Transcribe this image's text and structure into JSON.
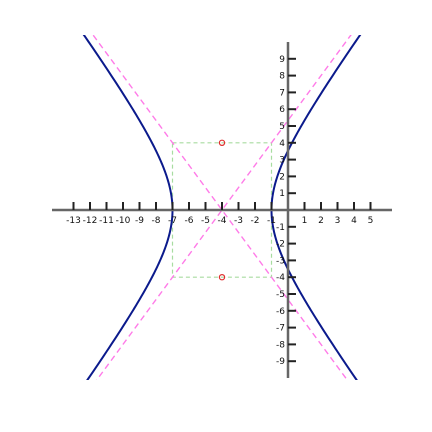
{
  "chart_data": {
    "type": "line",
    "title": "",
    "xlabel": "",
    "ylabel": "",
    "xlim": [
      -13.6,
      6.4
    ],
    "ylim": [
      -10,
      10
    ],
    "grid": false,
    "colors": {
      "hyperbola": "#0b1a8c",
      "asymptote": "#ff7be8",
      "box": "#a8dca0",
      "vertex_marker": "#e03030",
      "axis": "#666666"
    },
    "hyperbola": {
      "center": [
        -4,
        0
      ],
      "a": 3,
      "b": 4,
      "orientation": "horizontal",
      "equation": "(x+4)^2/9 - y^2/16 = 1"
    },
    "series": [
      {
        "role": "hyperbola",
        "style": "solid"
      },
      {
        "role": "asymptote",
        "style": "dashed",
        "slope": 1.3333,
        "intercept": 5.3333
      },
      {
        "role": "asymptote",
        "style": "dashed",
        "slope": -1.3333,
        "intercept": -5.3333
      }
    ],
    "reference_box": {
      "x": [
        -7,
        -1
      ],
      "y": [
        -4,
        4
      ]
    },
    "markers": [
      {
        "x": -4,
        "y": 4
      },
      {
        "x": -4,
        "y": -4
      }
    ],
    "x_tick_labels": [
      "-13",
      "-12",
      "-11",
      "-10",
      "-9",
      "-8",
      "-7",
      "-6",
      "-5",
      "-4",
      "-3",
      "-2",
      "-1",
      "1",
      "2",
      "3",
      "4",
      "5"
    ],
    "y_tick_labels": [
      "9",
      "8",
      "7",
      "6",
      "5",
      "4",
      "3",
      "2",
      "1",
      "-1",
      "-2",
      "-3",
      "-4",
      "-5",
      "-6",
      "-7",
      "-8",
      "-9"
    ]
  }
}
